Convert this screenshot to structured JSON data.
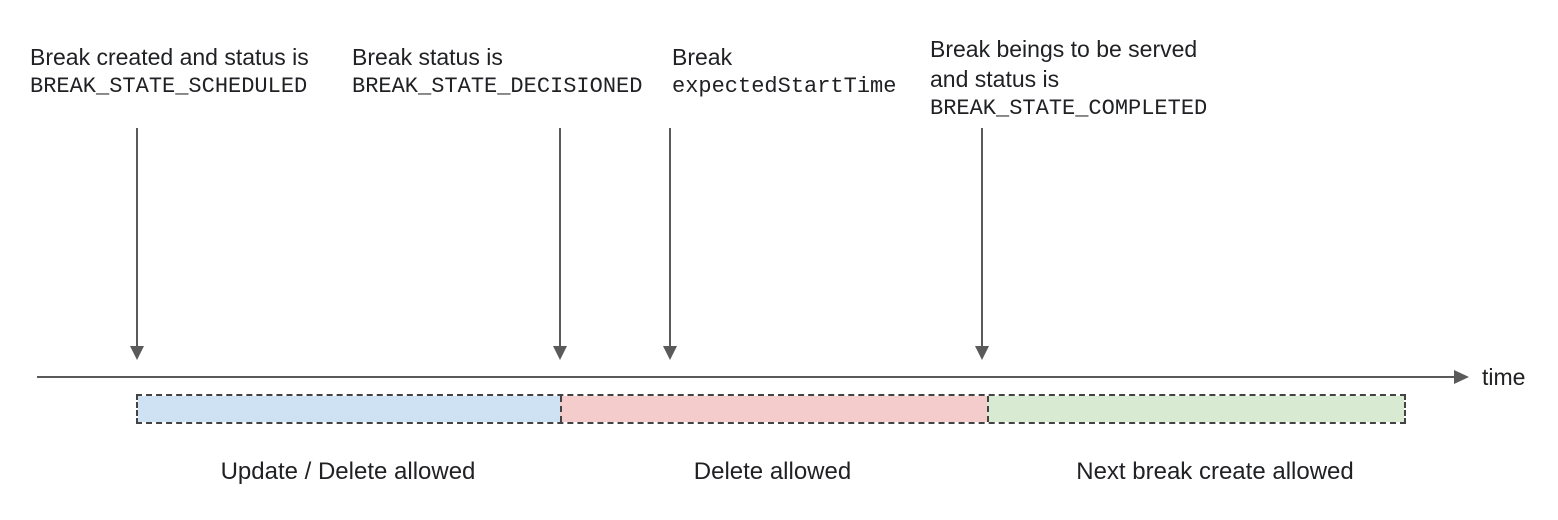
{
  "colors": {
    "arrow": "#5a5a5a",
    "border": "#434343",
    "text": "#202124"
  },
  "annotations": [
    {
      "line1": "Break created and status is",
      "code": "BREAK_STATE_SCHEDULED"
    },
    {
      "line1": "Break status is",
      "code": "BREAK_STATE_DECISIONED"
    },
    {
      "line1": "Break",
      "code": "expectedStartTime"
    },
    {
      "line1": "Break beings to be served",
      "line2": "and status is",
      "code": "BREAK_STATE_COMPLETED"
    }
  ],
  "timeline": {
    "axis_label": "time"
  },
  "segments": [
    {
      "label": "Update / Delete allowed",
      "fill": "#cfe2f3"
    },
    {
      "label": "Delete allowed",
      "fill": "#f4cccc"
    },
    {
      "label": "Next break create allowed",
      "fill": "#d9ead3"
    }
  ]
}
